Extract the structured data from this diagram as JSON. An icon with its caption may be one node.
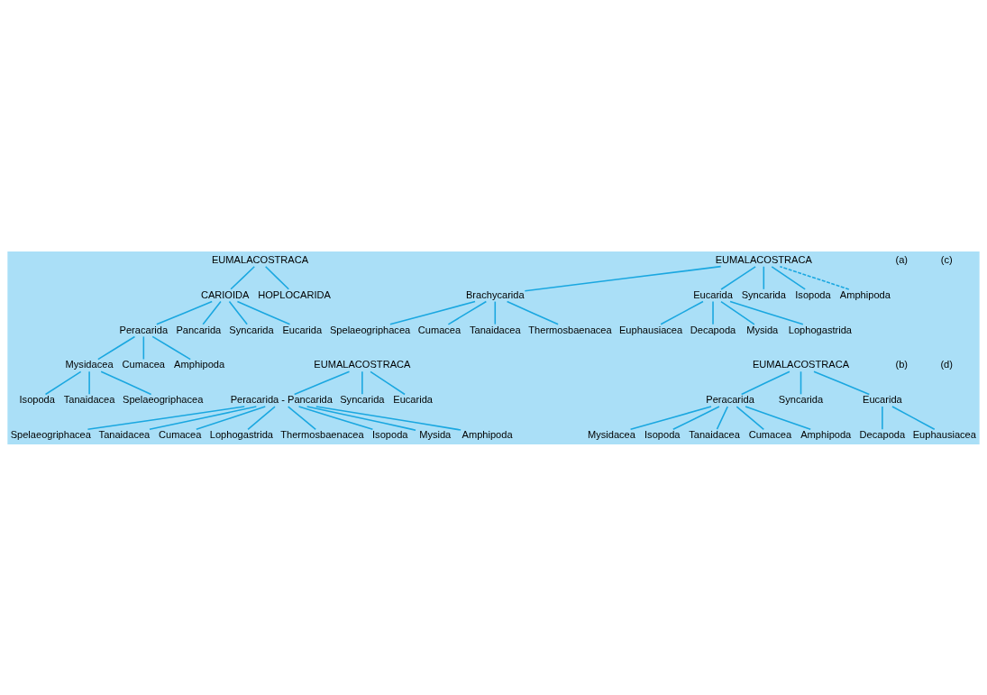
{
  "diagram": {
    "nodes": [
      {
        "text": [
          "Isopoda"
        ]
      },
      {
        "text": [
          "Tanaidacea"
        ]
      },
      {
        "text": [
          "Spelaeogriphacea"
        ]
      },
      {
        "text": [
          "Cumacea"
        ]
      },
      {
        "text": [
          "Mysidacea"
        ]
      },
      {
        "text": [
          "Amphipoda"
        ]
      },
      {
        "text": [
          "Peracarida"
        ]
      },
      {
        "text": [
          "Pancarida"
        ]
      },
      {
        "text": [
          "Syncarida"
        ]
      },
      {
        "text": [
          "Eucarida"
        ]
      },
      {
        "text": [
          "HOPLOCARIDA"
        ]
      },
      {
        "text": [
          "CARIOIDA"
        ]
      },
      {
        "text": [
          "EUMALACOSTRACA"
        ]
      },
      {
        "text": [
          "Euphausiacea"
        ]
      },
      {
        "text": [
          "Decapoda"
        ]
      },
      {
        "text": [
          "Mysida"
        ]
      },
      {
        "text": [
          "Lophogastrida"
        ]
      },
      {
        "text": [
          "Spelaeogriphacea"
        ]
      },
      {
        "text": [
          "Eucarida"
        ]
      },
      {
        "text": [
          "Cumacea"
        ]
      },
      {
        "text": [
          "Brachycarida"
        ]
      },
      {
        "text": [
          "Tanaidacea"
        ]
      },
      {
        "text": [
          "Thermosbaenacea"
        ]
      },
      {
        "text": [
          "Syncarida"
        ]
      },
      {
        "text": [
          "Isopoda"
        ]
      },
      {
        "text": [
          "Amphipoda"
        ]
      },
      {
        "text": [
          "EUMALACOSTRACA"
        ]
      },
      {
        "text": [
          "Spelaeogriphacea"
        ]
      },
      {
        "text": [
          "Tanaidacea"
        ]
      },
      {
        "text": [
          "Cumacea"
        ]
      },
      {
        "text": [
          "Lophogastrida"
        ]
      },
      {
        "text": [
          "Thermosbaenacea"
        ]
      },
      {
        "text": [
          "Isopoda"
        ]
      },
      {
        "text": [
          "Mysida"
        ]
      },
      {
        "text": [
          "Amphipoda"
        ]
      },
      {
        "text": [
          "Peracarida - Pancarida"
        ]
      },
      {
        "text": [
          "Syncarida"
        ]
      },
      {
        "text": [
          "Eucarida"
        ]
      },
      {
        "text": [
          "EUMALACOSTRACA"
        ]
      },
      {
        "text": [
          "Mysidacea"
        ]
      },
      {
        "text": [
          "Isopoda"
        ]
      },
      {
        "text": [
          "Tanaidacea"
        ]
      },
      {
        "text": [
          "Cumacea"
        ]
      },
      {
        "text": [
          "Decapoda"
        ]
      },
      {
        "text": [
          "Amphipoda"
        ]
      },
      {
        "text": [
          "Peracarida"
        ]
      },
      {
        "text": [
          "Euphausiacea"
        ]
      },
      {
        "text": [
          "Syncarida"
        ]
      },
      {
        "text": [
          "Eucarida"
        ]
      },
      {
        "text": [
          "EUMALACOSTRACA"
        ]
      }
    ],
    "edges": [
      {
        "from": 0,
        "to": 4,
        "arrow": "none"
      },
      {
        "from": 1,
        "to": 4,
        "arrow": "none"
      },
      {
        "from": 2,
        "to": 4,
        "arrow": "none"
      },
      {
        "from": 4,
        "to": 6,
        "arrow": "none"
      },
      {
        "from": 3,
        "to": 6,
        "arrow": "none"
      },
      {
        "from": 5,
        "to": 6,
        "arrow": "none"
      },
      {
        "from": 6,
        "to": 11,
        "arrow": "none"
      },
      {
        "from": 7,
        "to": 11,
        "arrow": "none"
      },
      {
        "from": 9,
        "to": 11,
        "arrow": "none"
      },
      {
        "from": 8,
        "to": 11,
        "arrow": "none"
      },
      {
        "from": 10,
        "to": 12,
        "arrow": "none"
      },
      {
        "from": 11,
        "to": 12,
        "arrow": "none"
      },
      {
        "from": 13,
        "to": 18,
        "arrow": "none"
      },
      {
        "from": 14,
        "to": 18,
        "arrow": "none"
      },
      {
        "from": 15,
        "to": 18,
        "arrow": "none"
      },
      {
        "from": 16,
        "to": 18,
        "arrow": "none"
      },
      {
        "from": 17,
        "to": 20,
        "arrow": "none"
      },
      {
        "from": 19,
        "to": 20,
        "arrow": "none"
      },
      {
        "from": 21,
        "to": 20,
        "arrow": "none"
      },
      {
        "from": 22,
        "to": 20,
        "arrow": "none"
      },
      {
        "from": 18,
        "to": 26,
        "arrow": "none"
      },
      {
        "from": 23,
        "to": 26,
        "arrow": "none"
      },
      {
        "from": 20,
        "to": 26,
        "arrow": "none"
      },
      {
        "from": 24,
        "to": 26,
        "arrow": "none"
      },
      {
        "from": 25,
        "to": 26,
        "arrow": "none",
        "style": "dashed"
      },
      {
        "from": 27,
        "to": 35,
        "arrow": "none"
      },
      {
        "from": 28,
        "to": 35,
        "arrow": "none"
      },
      {
        "from": 29,
        "to": 35,
        "arrow": "none"
      },
      {
        "from": 30,
        "to": 35,
        "arrow": "none"
      },
      {
        "from": 31,
        "to": 35,
        "arrow": "none"
      },
      {
        "from": 32,
        "to": 35,
        "arrow": "none"
      },
      {
        "from": 33,
        "to": 35,
        "arrow": "none"
      },
      {
        "from": 34,
        "to": 35,
        "arrow": "none"
      },
      {
        "from": 35,
        "to": 38,
        "arrow": "none"
      },
      {
        "from": 36,
        "to": 38,
        "arrow": "none"
      },
      {
        "from": 37,
        "to": 38,
        "arrow": "none"
      },
      {
        "from": 39,
        "to": 45,
        "arrow": "none"
      },
      {
        "from": 40,
        "to": 45,
        "arrow": "none"
      },
      {
        "from": 41,
        "to": 45,
        "arrow": "none"
      },
      {
        "from": 42,
        "to": 45,
        "arrow": "none"
      },
      {
        "from": 44,
        "to": 45,
        "arrow": "none"
      },
      {
        "from": 43,
        "to": 48,
        "arrow": "none"
      },
      {
        "from": 46,
        "to": 48,
        "arrow": "none"
      },
      {
        "from": 45,
        "to": 49,
        "arrow": "none"
      },
      {
        "from": 47,
        "to": 49,
        "arrow": "none"
      },
      {
        "from": 48,
        "to": 49,
        "arrow": "none"
      }
    ],
    "labels": [
      "(a)",
      "(c)",
      "(b)",
      "(d)"
    ]
  }
}
